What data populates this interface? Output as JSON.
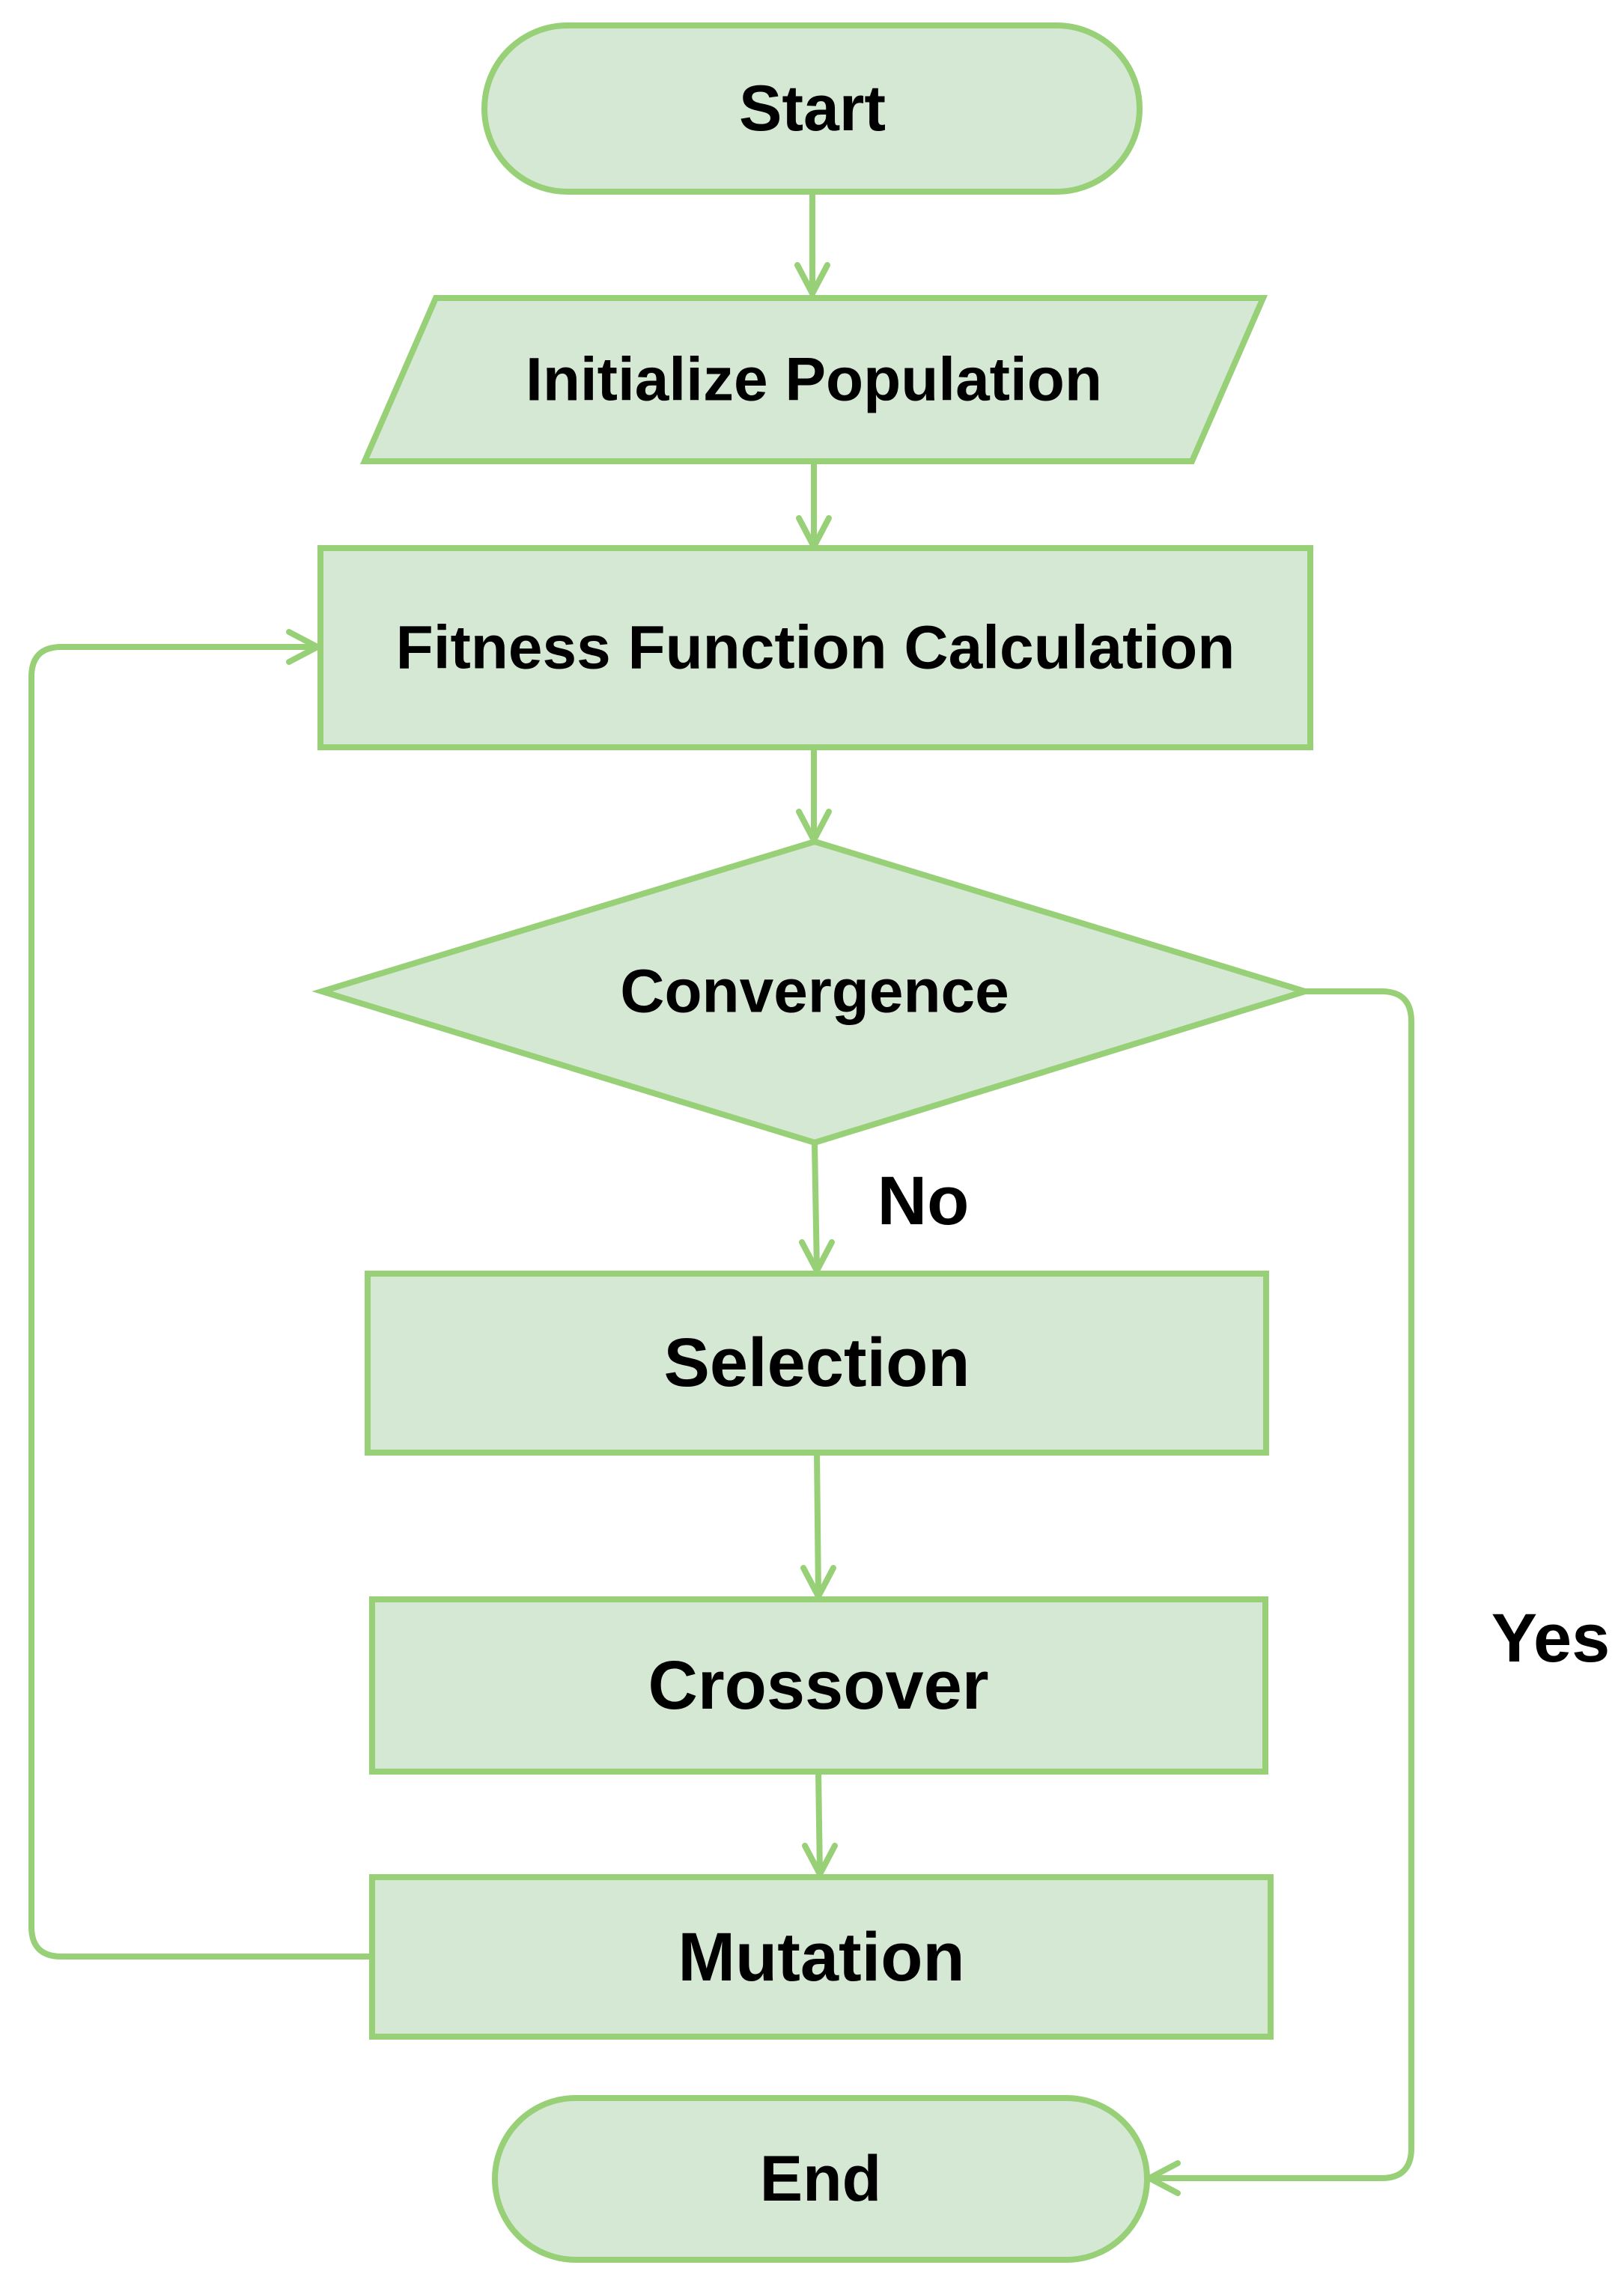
{
  "diagram": {
    "type": "flowchart",
    "colors": {
      "node_fill": "#d5e8d4",
      "node_stroke": "#97d077",
      "edge_stroke": "#97d077",
      "text": "#000000"
    },
    "nodes": {
      "start": {
        "label": "Start",
        "shape": "terminator"
      },
      "init": {
        "label": "Initialize Population",
        "shape": "parallelogram"
      },
      "fitness": {
        "label": "Fitness Function Calculation",
        "shape": "process"
      },
      "convergence": {
        "label": "Convergence",
        "shape": "decision"
      },
      "selection": {
        "label": "Selection",
        "shape": "process"
      },
      "crossover": {
        "label": "Crossover",
        "shape": "process"
      },
      "mutation": {
        "label": "Mutation",
        "shape": "process"
      },
      "end": {
        "label": "End",
        "shape": "terminator"
      }
    },
    "edges": [
      {
        "from": "start",
        "to": "init",
        "label": ""
      },
      {
        "from": "init",
        "to": "fitness",
        "label": ""
      },
      {
        "from": "fitness",
        "to": "convergence",
        "label": ""
      },
      {
        "from": "convergence",
        "to": "selection",
        "label": "No"
      },
      {
        "from": "convergence",
        "to": "end",
        "label": "Yes"
      },
      {
        "from": "selection",
        "to": "crossover",
        "label": ""
      },
      {
        "from": "crossover",
        "to": "mutation",
        "label": ""
      },
      {
        "from": "mutation",
        "to": "fitness",
        "label": ""
      }
    ]
  }
}
